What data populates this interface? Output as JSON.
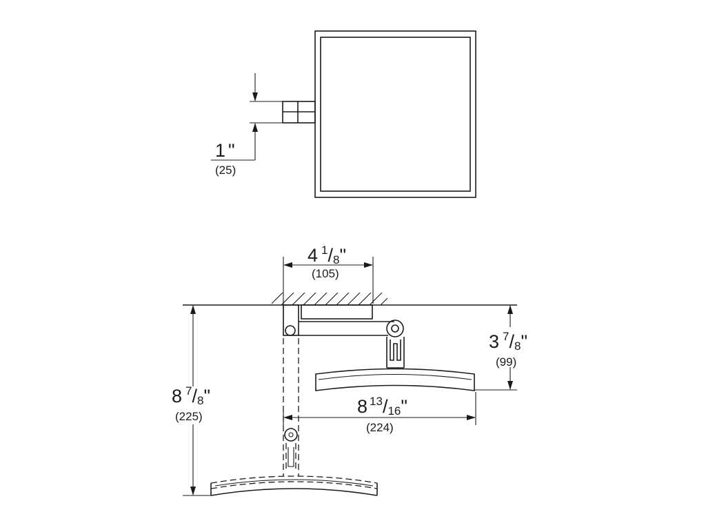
{
  "dimensions": {
    "top_offset": {
      "whole": "1",
      "inch_mark": "\"",
      "metric": "(25)"
    },
    "width_arm": {
      "whole": "4",
      "num": "1",
      "den": "8",
      "inch_mark": "\"",
      "metric": "(105)"
    },
    "projection_short": {
      "whole": "3",
      "num": "7",
      "den": "8",
      "inch_mark": "\"",
      "metric": "(99)"
    },
    "mirror_width": {
      "whole": "8",
      "num": "13",
      "den": "16",
      "inch_mark": "\"",
      "metric": "(224)"
    },
    "projection_extended": {
      "whole": "8",
      "num": "7",
      "den": "8",
      "inch_mark": "\"",
      "metric": "(225)"
    }
  },
  "colors": {
    "line": "#1a1a1a",
    "background": "#ffffff"
  }
}
